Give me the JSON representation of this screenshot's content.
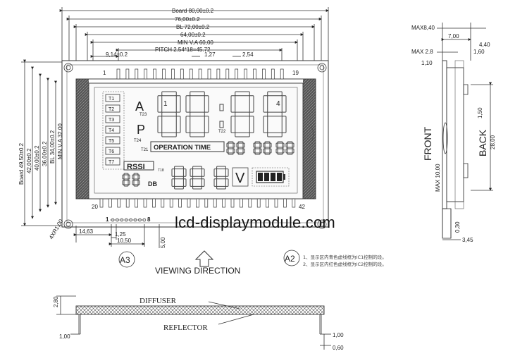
{
  "top_dims": {
    "board": "Board 80,00±0.2",
    "d76": "76,00±0.2",
    "bl": "BL 72,00±0.2",
    "d64": "64,00±0.2",
    "minva": "MIN V.A 60,00",
    "pitch": "PITCH  2.54*18=45.72",
    "d914": "9,14±0.2",
    "d127": "1,27",
    "d254": "2,54"
  },
  "left_dims": {
    "board": "Board 49,50±0.2",
    "d42": "42,00±0.2",
    "d40": "40,00±0.2",
    "d36": "36,00±0.2",
    "bl": "BL 34,00±0.2",
    "minva": "MIN V.A 32,00"
  },
  "pins": {
    "p1": "1",
    "p19": "19",
    "p20": "20",
    "p42": "42",
    "c1": "1",
    "c8": "8"
  },
  "segments": {
    "t_labels": [
      "T1",
      "T2",
      "T3",
      "T4",
      "T5",
      "T6",
      "T7"
    ],
    "a": "A",
    "p": "P",
    "t23": "T23",
    "t24": "T24",
    "t21": "T21",
    "t22": "T22",
    "t18": "T18",
    "d1": "1",
    "d4": "4",
    "operation_time": "OPERATION TIME",
    "rssi": "RSSI",
    "db": "DB",
    "v": "V"
  },
  "bottom_dims": {
    "d1463": "14,63",
    "d125": "1,25",
    "d1050": "10,50",
    "d500": "5,00",
    "hole": "4XR1,00"
  },
  "markers": {
    "a3": "A3",
    "a2": "A2"
  },
  "viewing_direction": "VIEWING  DIRECTION",
  "notes": [
    "1、显示区内青色虚线框为IC1控制的段。",
    "2、显示区内红色虚线框为IC2控制的段。"
  ],
  "side_dims": {
    "max840": "MAX8,40",
    "d700": "7,00",
    "d440": "4,40",
    "max28": "MAX  2.8",
    "d160": "1,60",
    "d110": "1,10",
    "d150": "1,50",
    "d2800": "28,00",
    "max1000": "MAX 10,00",
    "d030": "0,30",
    "d345": "3,45",
    "front": "FRONT",
    "back": "BACK"
  },
  "section": {
    "d280": "2,80",
    "diffuser": "DIFFUSER",
    "reflector": "REFLECTOR",
    "d100l": "1,00",
    "d100r": "1,00",
    "d060": "0,60"
  },
  "watermark": "lcd-displaymodule.com"
}
